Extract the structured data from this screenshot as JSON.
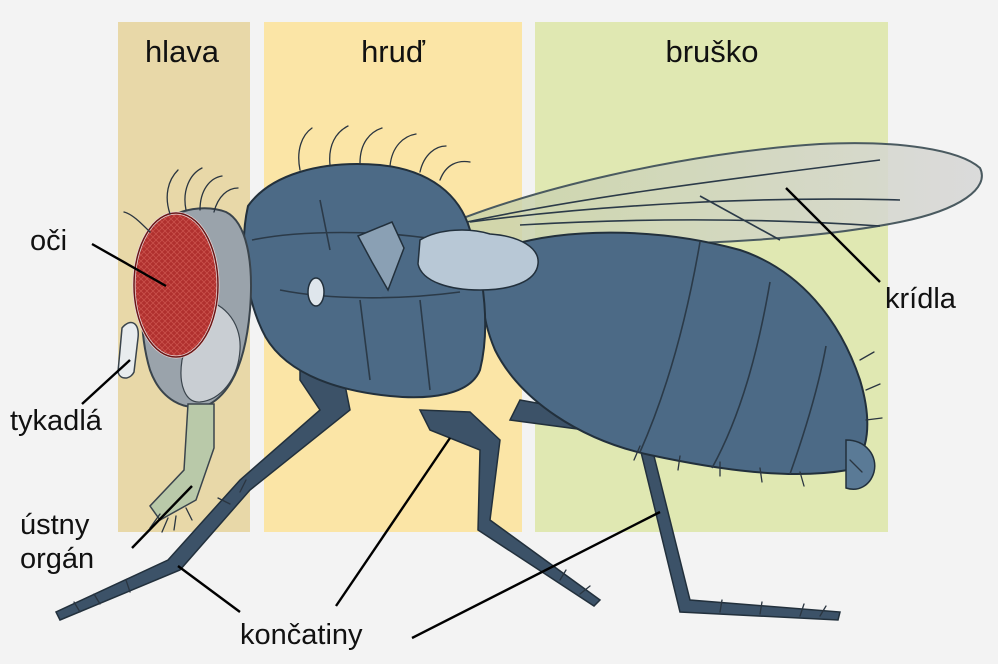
{
  "regions": {
    "head": "hlava",
    "thorax": "hruď",
    "abdomen": "bruško"
  },
  "labels": {
    "eyes": "oči",
    "antennae": "tykadlá",
    "mouthparts_line1": "ústny",
    "mouthparts_line2": "orgán",
    "legs": "končatiny",
    "wings": "krídla"
  },
  "colors": {
    "head_band": "#e8d8a8",
    "thorax_band": "#fbe5a6",
    "abdomen_band": "#e0e8b2",
    "body": "#4c6a86",
    "eye": "#a8282c"
  }
}
